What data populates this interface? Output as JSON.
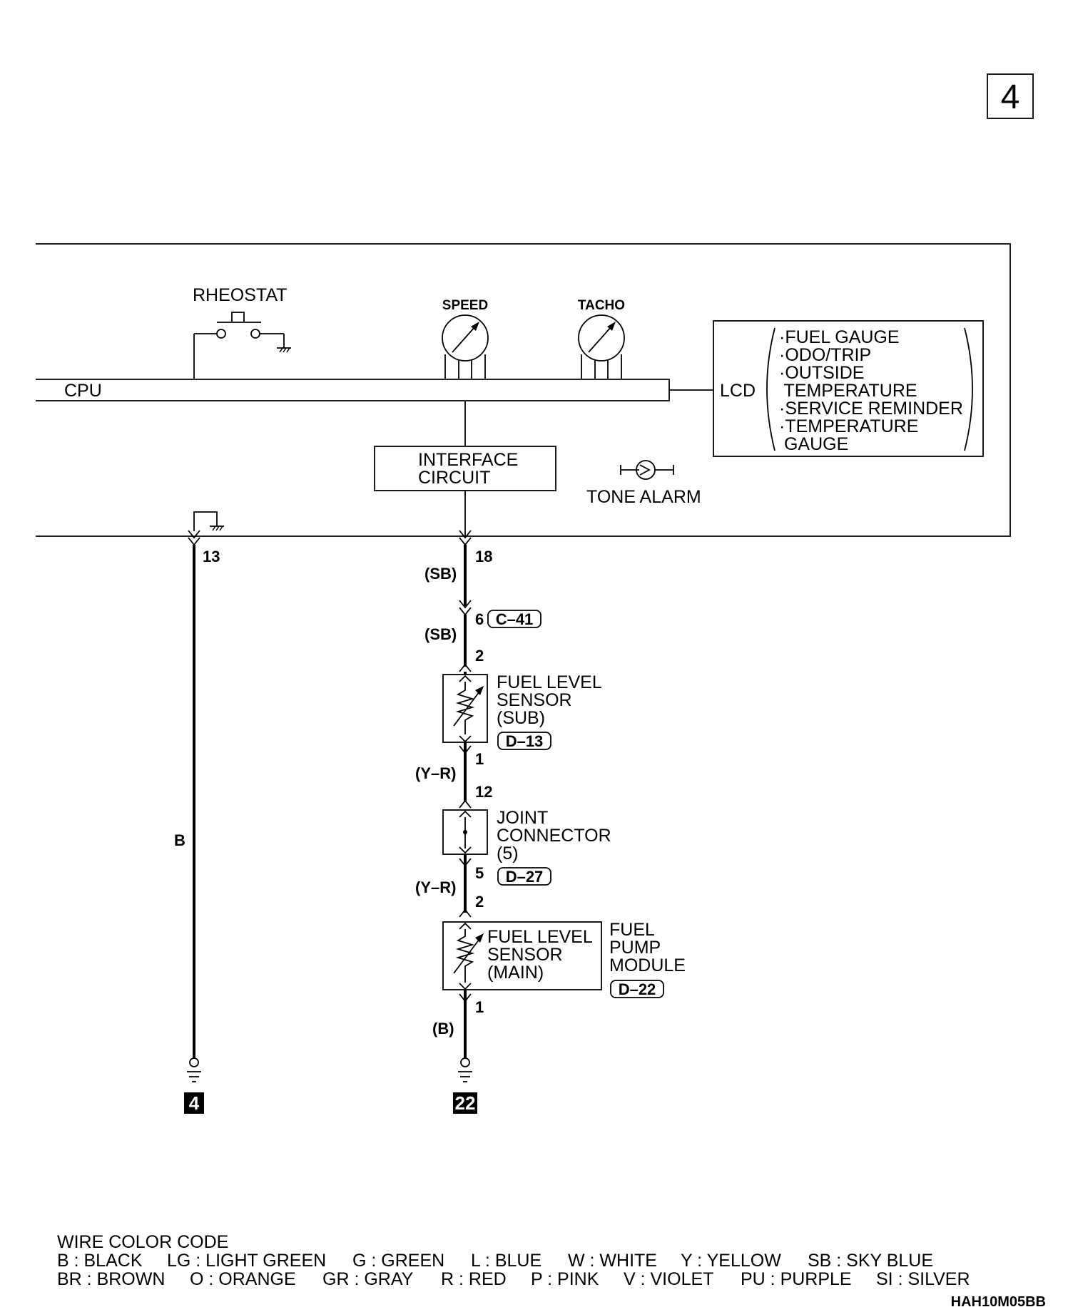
{
  "page_number": "4",
  "cpu_label": "CPU",
  "rheostat_label": "RHEOSTAT",
  "speed_label": "SPEED",
  "tacho_label": "TACHO",
  "lcd": {
    "label": "LCD",
    "items": [
      "·FUEL GAUGE",
      "·ODO/TRIP",
      "·OUTSIDE",
      " TEMPERATURE",
      "·SERVICE REMINDER",
      "·TEMPERATURE",
      " GAUGE"
    ]
  },
  "interface_circuit": [
    "INTERFACE",
    "CIRCUIT"
  ],
  "tone_alarm_label": "TONE ALARM",
  "pins": {
    "p13": "13",
    "p18": "18",
    "p6": "6",
    "p2a": "2",
    "p1a": "1",
    "p12": "12",
    "p5": "5",
    "p2b": "2",
    "p1b": "1"
  },
  "wire_colors": {
    "sb1": "(SB)",
    "sb2": "(SB)",
    "yr1": "(Y–R)",
    "yr2": "(Y–R)",
    "b_paren": "(B)",
    "b": "B"
  },
  "connectors": {
    "c41": "C–41",
    "d13": "D–13",
    "d27": "D–27",
    "d22": "D–22"
  },
  "fuel_level_sensor_sub": [
    "FUEL LEVEL",
    "SENSOR",
    "(SUB)"
  ],
  "joint_connector": [
    "JOINT",
    "CONNECTOR",
    "(5)"
  ],
  "fuel_level_sensor_main": [
    "FUEL LEVEL",
    "SENSOR",
    "(MAIN)"
  ],
  "fuel_pump_module": [
    "FUEL",
    "PUMP",
    "MODULE"
  ],
  "grounds": {
    "left": "4",
    "right": "22"
  },
  "legend": {
    "title": "WIRE COLOR CODE",
    "row1": [
      "B : BLACK",
      "LG : LIGHT GREEN",
      "G : GREEN",
      "L : BLUE",
      "W : WHITE",
      "Y : YELLOW",
      "SB : SKY BLUE"
    ],
    "row2": [
      "BR : BROWN",
      "O : ORANGE",
      "GR : GRAY",
      "R : RED",
      "P : PINK",
      "V : VIOLET",
      "PU : PURPLE",
      "SI : SILVER"
    ]
  },
  "figure_code": "HAH10M05BB"
}
